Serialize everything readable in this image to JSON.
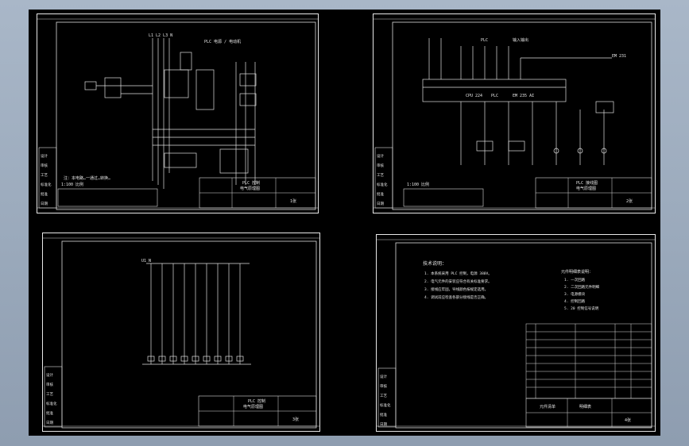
{
  "app": {
    "view": "cad-drawing-preview"
  },
  "sheets": [
    {
      "id": "sheet-1",
      "top_labels": [
        "L1 L2 L3 N",
        "PLC 电源 / 电动机"
      ],
      "note": "注：本电路…一通过…转换…",
      "title_block": {
        "name": "PLC 控制",
        "sub": "电气原理图",
        "code": "1张"
      },
      "left_table": [
        "设计",
        "审核",
        "工艺",
        "标准化",
        "批准",
        "日期"
      ],
      "bottom_left": "1:100 比例"
    },
    {
      "id": "sheet-2",
      "top_labels": [
        "PLC",
        "输入输出",
        "EM 231"
      ],
      "mid_labels": [
        "CPU 224",
        "PLC",
        "EM 235 AI"
      ],
      "title_block": {
        "name": "PLC 接线图",
        "sub": "电气原理图",
        "code": "2张"
      },
      "left_table": [
        "设计",
        "审核",
        "工艺",
        "标准化",
        "批准",
        "日期"
      ],
      "bottom_left": "1:100 比例"
    },
    {
      "id": "sheet-3",
      "top_labels": [
        "U1 N"
      ],
      "title_block": {
        "name": "PLC 控制",
        "sub": "电气原理图",
        "code": "3张"
      },
      "left_table": [
        "设计",
        "审核",
        "工艺",
        "标准化",
        "批准",
        "日期"
      ]
    },
    {
      "id": "sheet-4",
      "heading": "技术说明：",
      "notes": [
        "1. 本系统采用 PLC 控制，电源 380V。",
        "2. 电气元件的安装应符合有关标准要求。",
        "3. 接线应牢固，导线颜色按规定选用。",
        "4. 调试前应检查各部分接线是否正确。"
      ],
      "right_notes_title": "元件明细表说明：",
      "right_notes": [
        "1. 一次回路",
        "2. 二次回路元件明细",
        "3. 电源模块",
        "4. 控制回路",
        "5. 20 控制信号说明"
      ],
      "title_block": {
        "name": "元件清单",
        "sub": "明细表",
        "code": "4张"
      },
      "left_table": [
        "设计",
        "审核",
        "工艺",
        "标准化",
        "批准",
        "日期"
      ]
    }
  ]
}
